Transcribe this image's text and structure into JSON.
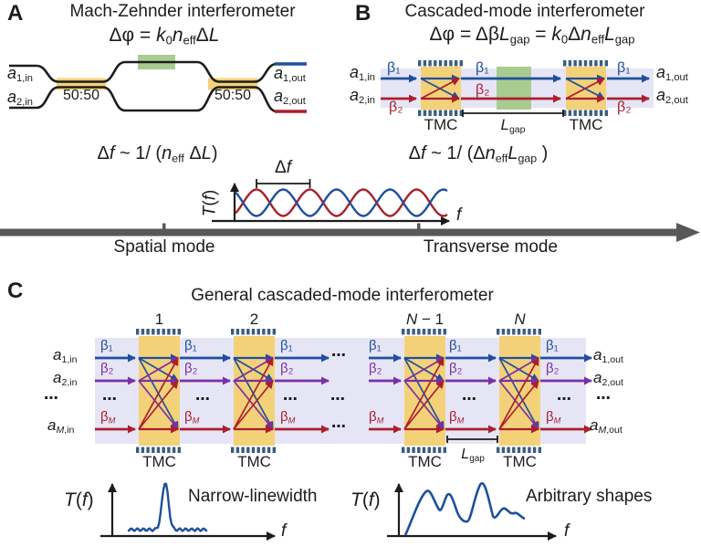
{
  "colors": {
    "blue": "#1e4f9e",
    "red": "#aa1f2e",
    "purple": "#7b2fa5",
    "yellow": "#f3d179",
    "green": "#a8cc90",
    "lavender": "#e6e5f5",
    "grating": "#3c5c80",
    "gray_axis": "#58585a",
    "ink": "#1c1c1c"
  },
  "panelA": {
    "tag": "A",
    "title": "Mach-Zehnder interferometer",
    "phase_formula": [
      {
        "t": "Δφ = "
      },
      {
        "t": "k",
        "i": true
      },
      {
        "t": "0",
        "sub": true
      },
      {
        "t": "n",
        "i": true
      },
      {
        "t": "eff",
        "sub": true
      },
      {
        "t": "Δ"
      },
      {
        "t": "L",
        "i": true
      }
    ],
    "freq_formula": [
      {
        "t": "Δ"
      },
      {
        "t": "f",
        "i": true
      },
      {
        "t": " ~ 1/ ("
      },
      {
        "t": "n",
        "i": true
      },
      {
        "t": "eff",
        "sub": true
      },
      {
        "t": " Δ"
      },
      {
        "t": "L",
        "i": true
      },
      {
        "t": ")"
      }
    ],
    "coupler_label": "50:50",
    "ports": {
      "in1": [
        {
          "t": "a",
          "i": true
        },
        {
          "t": "1,in",
          "sub": true
        }
      ],
      "in2": [
        {
          "t": "a",
          "i": true
        },
        {
          "t": "2,in",
          "sub": true
        }
      ],
      "out1": [
        {
          "t": "a",
          "i": true
        },
        {
          "t": "1,out",
          "sub": true
        }
      ],
      "out2": [
        {
          "t": "a",
          "i": true
        },
        {
          "t": "2,out",
          "sub": true
        }
      ]
    }
  },
  "panelB": {
    "tag": "B",
    "title": "Cascaded-mode interferometer",
    "phase_formula": [
      {
        "t": "Δφ = Δβ"
      },
      {
        "t": "L",
        "i": true
      },
      {
        "t": "gap",
        "sub": true
      },
      {
        "t": " = "
      },
      {
        "t": "k",
        "i": true
      },
      {
        "t": "0",
        "sub": true
      },
      {
        "t": "Δ"
      },
      {
        "t": "n",
        "i": true
      },
      {
        "t": "eff",
        "sub": true
      },
      {
        "t": "L",
        "i": true
      },
      {
        "t": "gap",
        "sub": true
      }
    ],
    "freq_formula": [
      {
        "t": "Δ"
      },
      {
        "t": "f",
        "i": true
      },
      {
        "t": " ~ 1/ (Δ"
      },
      {
        "t": "n",
        "i": true
      },
      {
        "t": "eff",
        "sub": true
      },
      {
        "t": "L",
        "i": true
      },
      {
        "t": "gap",
        "sub": true
      },
      {
        "t": " )"
      }
    ],
    "beta1": "β₁",
    "beta2": "β₂",
    "tmc_label": "TMC",
    "lgap_label": [
      {
        "t": "L",
        "i": true
      },
      {
        "t": "gap",
        "sub": true
      }
    ],
    "ports": {
      "in1": [
        {
          "t": "a",
          "i": true
        },
        {
          "t": "1,in",
          "sub": true
        }
      ],
      "in2": [
        {
          "t": "a",
          "i": true
        },
        {
          "t": "2,in",
          "sub": true
        }
      ],
      "out1": [
        {
          "t": "a",
          "i": true
        },
        {
          "t": "1,out",
          "sub": true
        }
      ],
      "out2": [
        {
          "t": "a",
          "i": true
        },
        {
          "t": "2,out",
          "sub": true
        }
      ]
    }
  },
  "axis_band": {
    "left_label": "Spatial mode",
    "right_label": "Transverse mode",
    "spectrum": {
      "ylabel": [
        {
          "t": "T",
          "i": true
        },
        {
          "t": "("
        },
        {
          "t": "f",
          "i": true
        },
        {
          "t": ")"
        }
      ],
      "xlabel": [
        {
          "t": "f",
          "i": true
        }
      ],
      "delta_f": [
        {
          "t": "Δ"
        },
        {
          "t": "f",
          "i": true
        }
      ]
    }
  },
  "panelC": {
    "tag": "C",
    "title": "General cascaded-mode interferometer",
    "col_labels": [
      [
        {
          "t": "1"
        }
      ],
      [
        {
          "t": "2"
        }
      ],
      [
        {
          "t": "N",
          "i": true
        },
        {
          "t": " − 1"
        }
      ],
      [
        {
          "t": "N",
          "i": true
        }
      ]
    ],
    "beta1": "β₁",
    "beta2": "β₂",
    "betaM": [
      {
        "t": "β"
      },
      {
        "t": "M",
        "sub": true,
        "i": true
      }
    ],
    "dots": "⋯",
    "tmc_label": "TMC",
    "lgap_label": [
      {
        "t": "L",
        "i": true
      },
      {
        "t": "gap",
        "sub": true
      }
    ],
    "ports": {
      "in1": [
        {
          "t": "a",
          "i": true
        },
        {
          "t": "1,in",
          "sub": true
        }
      ],
      "in2": [
        {
          "t": "a",
          "i": true
        },
        {
          "t": "2,in",
          "sub": true
        }
      ],
      "inM": [
        {
          "t": "a",
          "i": true
        },
        {
          "t": "M",
          "sub": true,
          "i": true
        },
        {
          "t": ",in",
          "sub": true
        }
      ],
      "out1": [
        {
          "t": "a",
          "i": true
        },
        {
          "t": "1,out",
          "sub": true
        }
      ],
      "out2": [
        {
          "t": "a",
          "i": true
        },
        {
          "t": "2,out",
          "sub": true
        }
      ],
      "outM": [
        {
          "t": "a",
          "i": true
        },
        {
          "t": "M",
          "sub": true,
          "i": true
        },
        {
          "t": ",out",
          "sub": true
        }
      ]
    },
    "plots": [
      {
        "ylabel": [
          {
            "t": "T",
            "i": true
          },
          {
            "t": "("
          },
          {
            "t": "f",
            "i": true
          },
          {
            "t": ")"
          }
        ],
        "xlabel": [
          {
            "t": "f",
            "i": true
          }
        ],
        "caption": "Narrow-linewidth"
      },
      {
        "ylabel": [
          {
            "t": "T",
            "i": true
          },
          {
            "t": "("
          },
          {
            "t": "f",
            "i": true
          },
          {
            "t": ")"
          }
        ],
        "xlabel": [
          {
            "t": "f",
            "i": true
          }
        ],
        "caption": "Arbitrary shapes"
      }
    ]
  }
}
